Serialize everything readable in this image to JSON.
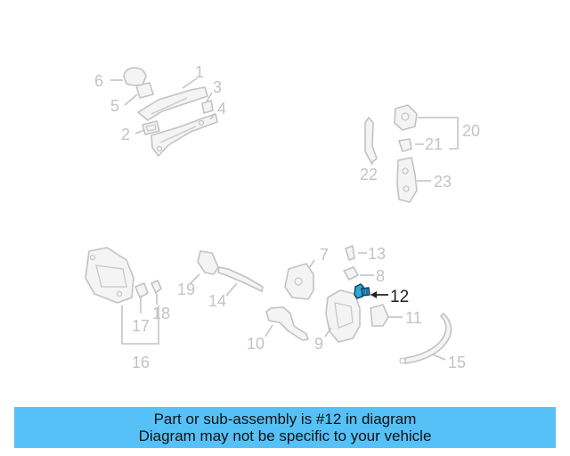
{
  "labels": {
    "p1": "1",
    "p2": "2",
    "p3": "3",
    "p4": "4",
    "p5": "5",
    "p6": "6",
    "p7": "7",
    "p8": "8",
    "p9": "9",
    "p10": "10",
    "p11": "11",
    "p12": "12",
    "p13": "13",
    "p14": "14",
    "p15": "15",
    "p16": "16",
    "p17": "17",
    "p18": "18",
    "p19": "19",
    "p20": "20",
    "p21": "21",
    "p22": "22",
    "p23": "23"
  },
  "highlight": {
    "part": "12",
    "color": "#2da7dc"
  },
  "banner": {
    "line1": "Part or sub-assembly is #12 in diagram",
    "line2": "Diagram may not be specific to your vehicle",
    "color": "#55c1f6"
  }
}
